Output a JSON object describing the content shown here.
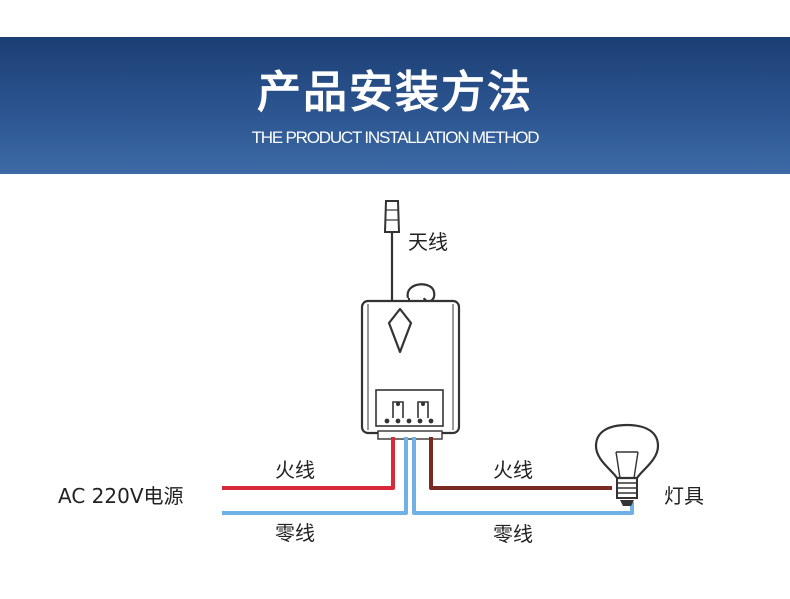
{
  "header": {
    "title": "产品安装方法",
    "subtitle": "THE PRODUCT INSTALLATION METHOD"
  },
  "diagram": {
    "antenna_label": "天线",
    "source_label": "AC 220V电源",
    "live_left_label": "火线",
    "neutral_left_label": "零线",
    "live_right_label": "火线",
    "neutral_right_label": "零线",
    "lamp_label": "灯具"
  },
  "colors": {
    "banner": "#2c5590",
    "live_wire": "#d8283a",
    "load_wire": "#7a2a22",
    "neutral_wire": "#6fb0e6"
  }
}
